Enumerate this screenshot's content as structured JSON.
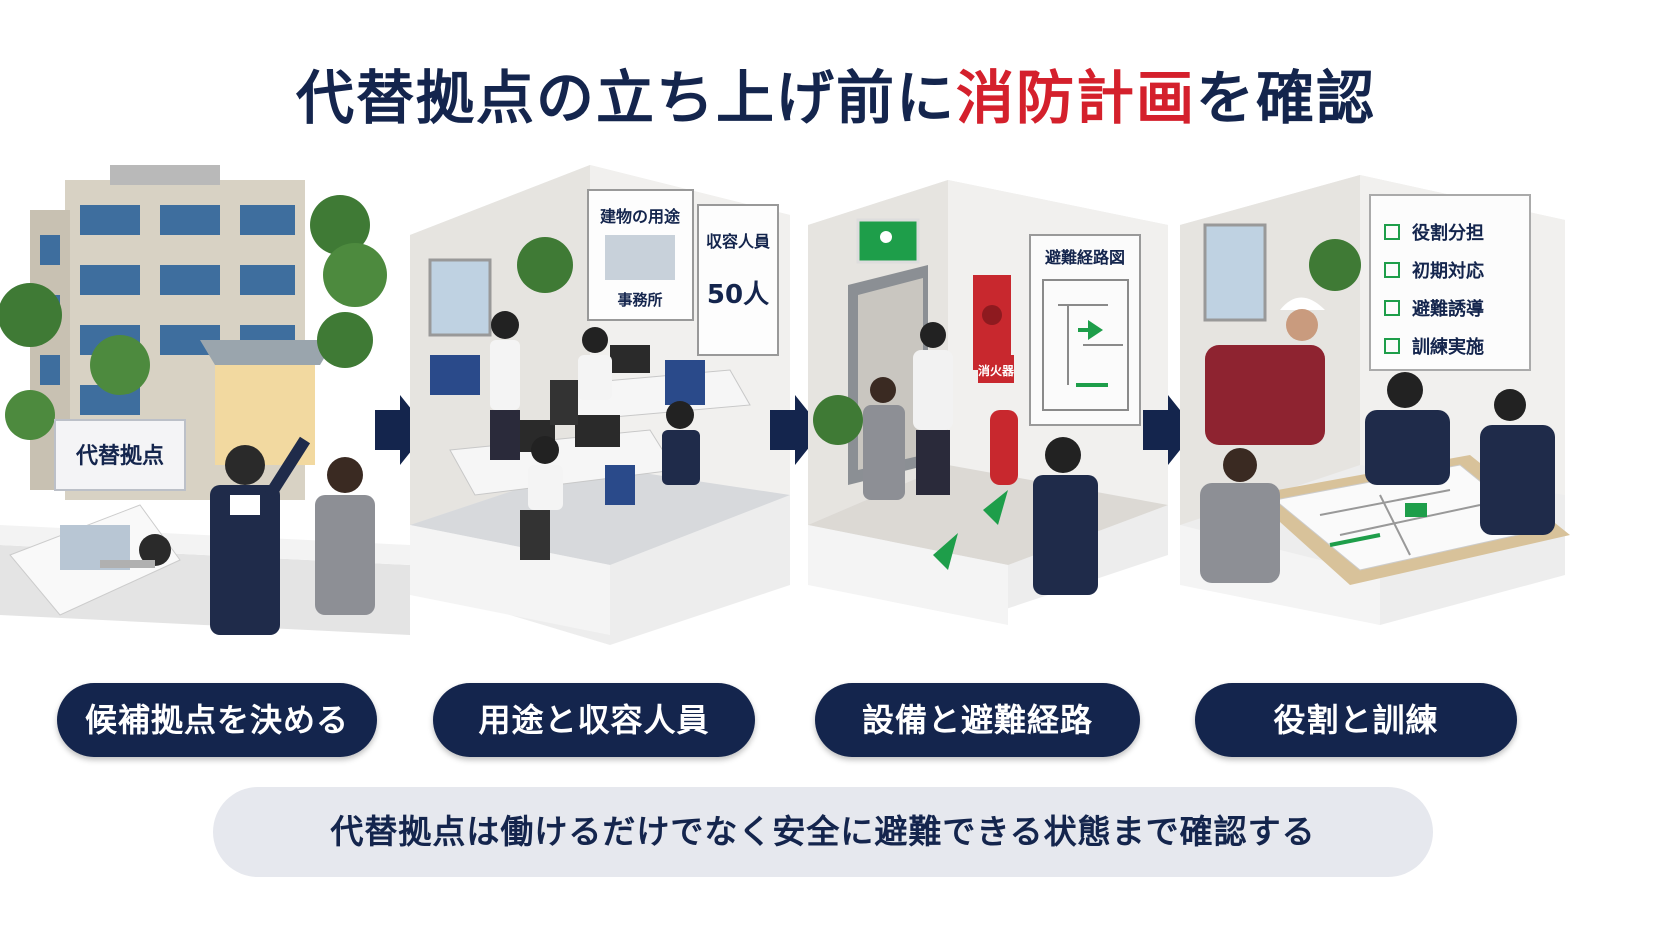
{
  "title": {
    "part1": "代替拠点の立ち上げ前に",
    "accent": "消防計画",
    "part2": "を確認"
  },
  "panels": [
    {
      "label": "候補拠点を決める",
      "sign": "代替拠点"
    },
    {
      "label": "用途と収容人員",
      "board_use_title": "建物の用途",
      "board_use_value": "事務所",
      "board_capacity_title": "収容人員",
      "board_capacity_value": "50人"
    },
    {
      "label": "設備と避難経路",
      "map_title": "避難経路図",
      "extinguisher_sign": "消火器"
    },
    {
      "label": "役割と訓練",
      "checklist": [
        "役割分担",
        "初期対応",
        "避難誘導",
        "訓練実施"
      ]
    }
  ],
  "summary": "代替拠点は働けるだけでなく安全に避難できる状態まで確認する",
  "colors": {
    "navy": "#14254d",
    "accent_red": "#d4202c",
    "exit_green": "#1e9e4a",
    "summary_bg": "#e6e8ee"
  }
}
